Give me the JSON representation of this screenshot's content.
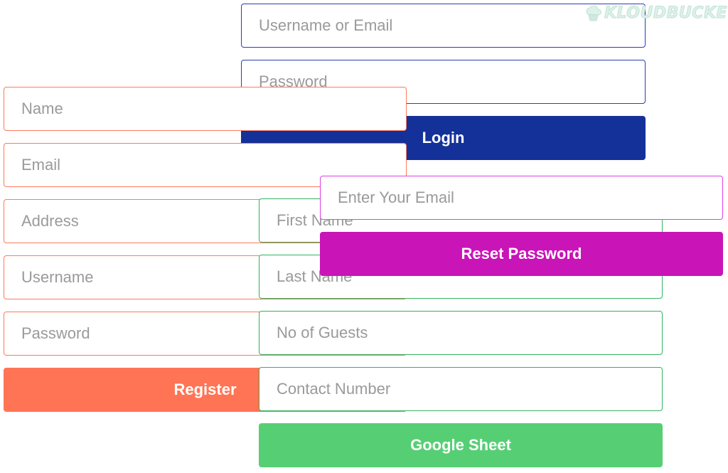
{
  "logo": {
    "text": "KLOUDBUCKET",
    "icon": "cloud-bucket-icon",
    "color": "#dff0ea"
  },
  "login": {
    "username_placeholder": "Username or Email",
    "password_placeholder": "Password",
    "button_label": "Login",
    "accent": "#14319a"
  },
  "register": {
    "name_placeholder": "Name",
    "email_placeholder": "Email",
    "address_placeholder": "Address",
    "username_placeholder": "Username",
    "password_placeholder": "Password",
    "button_label": "Register",
    "accent": "#ff7455"
  },
  "sheet": {
    "first_name_placeholder": "First Name",
    "last_name_placeholder": "Last Name",
    "guests_placeholder": "No of Guests",
    "contact_placeholder": "Contact Number",
    "button_label": "Google Sheet",
    "accent": "#56cf74"
  },
  "reset": {
    "email_placeholder": "Enter Your Email",
    "button_label": "Reset Password",
    "accent": "#c914b7"
  }
}
